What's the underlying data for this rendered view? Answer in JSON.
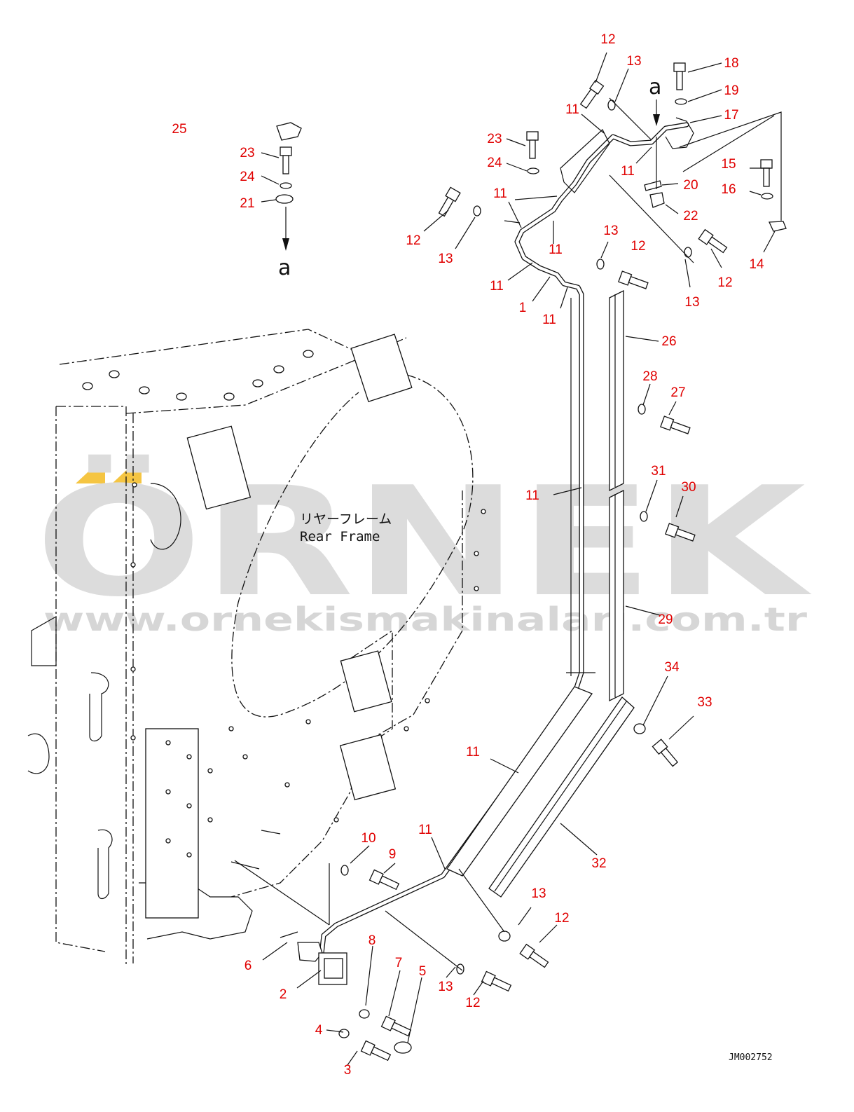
{
  "watermark": {
    "brand": "ÖRNEK",
    "url": "www.ornekismakinalari.com.tr",
    "accent_color": "#f5c542"
  },
  "frame_label": {
    "jp": "リヤーフレーム",
    "en": "Rear Frame"
  },
  "ref_marks": [
    "a",
    "a"
  ],
  "drawing_code": "JM002752",
  "part_labels": [
    "1",
    "2",
    "3",
    "4",
    "5",
    "6",
    "7",
    "8",
    "9",
    "10",
    "11",
    "12",
    "13",
    "14",
    "15",
    "16",
    "17",
    "18",
    "19",
    "20",
    "21",
    "22",
    "23",
    "24",
    "25",
    "26",
    "27",
    "28",
    "29",
    "30",
    "31",
    "32",
    "33",
    "34"
  ],
  "colors": {
    "part_number": "#e00000",
    "line": "#111111",
    "watermark": "#dcdcdc"
  }
}
